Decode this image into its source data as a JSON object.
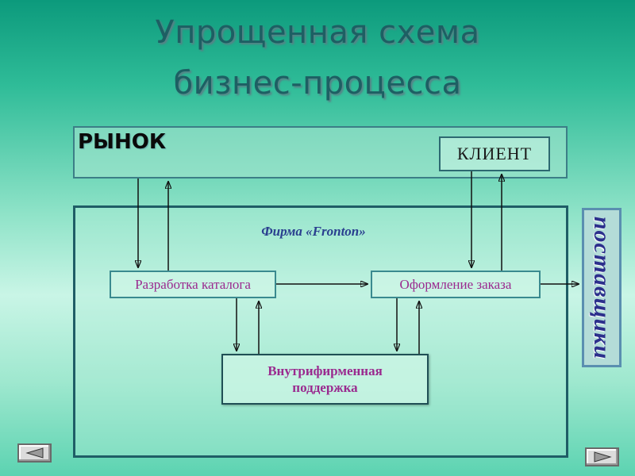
{
  "title": {
    "line1": "Упрощенная схема",
    "line2": "бизнес-процесса"
  },
  "market": {
    "label": "РЫНОК"
  },
  "client": {
    "label": "КЛИЕНТ"
  },
  "firm": {
    "title": "Фирма «Frontоn»"
  },
  "processes": {
    "catalog": "Разработка каталога",
    "order": "Оформление заказа",
    "support_line1": "Внутрифирменная",
    "support_line2": "поддержка"
  },
  "suppliers": {
    "label": "поставщики"
  },
  "navigation": {
    "prev_icon": "triangle-left-icon",
    "next_icon": "triangle-right-icon"
  },
  "colors": {
    "title": "#1d5f63",
    "process_text": "#9a2a8f",
    "firm_title": "#2a3f8f",
    "suppliers_text": "#2c2f8c"
  }
}
